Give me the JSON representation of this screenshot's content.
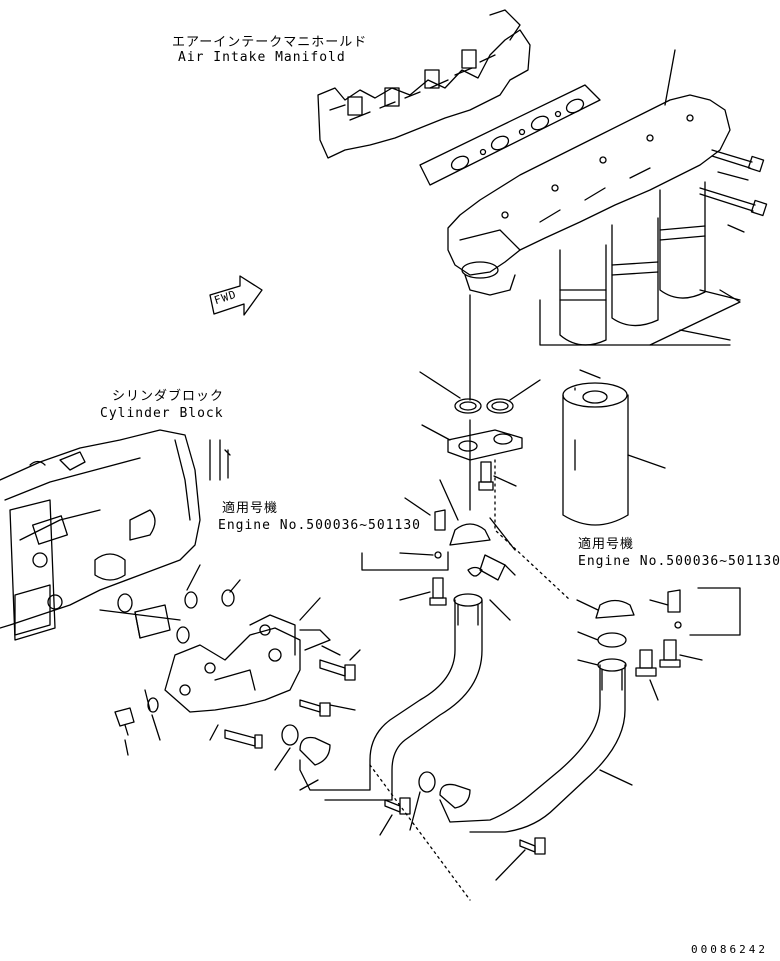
{
  "labels": {
    "air_intake_jp": "エアーインテークマニホールド",
    "air_intake_en": "Air Intake Manifold",
    "cylinder_block_jp": "シリンダブロック",
    "cylinder_block_en": "Cylinder Block",
    "serial_left_jp": "適用号機",
    "serial_left_en": "Engine No.500036~501130",
    "serial_right_jp": "適用号機",
    "serial_right_en": "Engine No.500036~501130",
    "fwd": "FWD"
  },
  "figure_number": "00086242"
}
